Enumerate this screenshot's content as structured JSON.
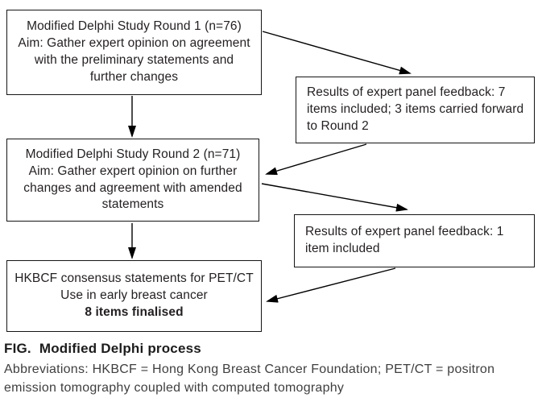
{
  "diagram": {
    "boxes": {
      "round1": {
        "align": "center",
        "lines": [
          "Modified Delphi Study Round 1 (n=76)",
          "Aim: Gather expert opinion on agreement",
          "with the preliminary statements and",
          "further changes"
        ]
      },
      "results1": {
        "align": "left",
        "lines": [
          "Results of expert panel feedback: 7",
          "items included; 3 items carried forward",
          "to Round 2"
        ]
      },
      "round2": {
        "align": "center",
        "lines": [
          "Modified Delphi Study Round 2 (n=71)",
          "Aim: Gather expert opinion on further",
          "changes and agreement with amended",
          "statements"
        ]
      },
      "results2": {
        "align": "left",
        "lines": [
          "Results of expert panel feedback: 1",
          "item included"
        ]
      },
      "final": {
        "align": "center",
        "lines": [
          "HKBCF consensus statements for PET/CT",
          "Use in early breast cancer",
          "8 items finalised"
        ]
      }
    },
    "connections": [
      {
        "from": "round1",
        "to": "results1"
      },
      {
        "from": "round1",
        "to": "round2"
      },
      {
        "from": "results1",
        "to": "round2"
      },
      {
        "from": "round2",
        "to": "results2"
      },
      {
        "from": "round2",
        "to": "final"
      },
      {
        "from": "results2",
        "to": "final"
      }
    ]
  },
  "caption": {
    "label": "FIG.",
    "title": "Modified Delphi process",
    "note_lines": [
      "Abbreviations: HKBCF = Hong Kong Breast Cancer Foundation; PET/CT = positron",
      "emission tomography coupled with computed tomography"
    ]
  },
  "colors": {
    "box_border": "#151515",
    "arrow": "#000000",
    "text": "#231f20",
    "background": "#ffffff"
  }
}
